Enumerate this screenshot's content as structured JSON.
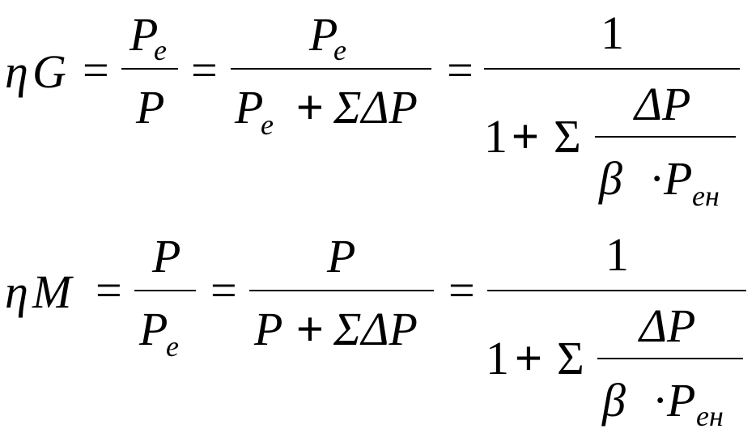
{
  "equations": [
    {
      "lhs_symbol": "η",
      "lhs_letter": "G",
      "eq1": "=",
      "frac1": {
        "num_main": "P",
        "num_sub": "e",
        "den_main": "P",
        "den_sub": ""
      },
      "eq2": "=",
      "frac2": {
        "num_main": "P",
        "num_sub": "e",
        "den_a_main": "P",
        "den_a_sub": "e",
        "den_plus": "+",
        "den_rest": "ΣΔP"
      },
      "eq3": "=",
      "frac3": {
        "num": "1",
        "den_one": "1",
        "den_plus": "+",
        "den_sigma": "Σ",
        "inner_num": "ΔP",
        "inner_beta": "β",
        "inner_dot": "·",
        "inner_main": "P",
        "inner_sub": "ен"
      }
    },
    {
      "lhs_symbol": "η",
      "lhs_letter": "M",
      "eq1": "=",
      "frac1": {
        "num_main": "P",
        "num_sub": "",
        "den_main": "P",
        "den_sub": "e"
      },
      "eq2": "=",
      "frac2": {
        "num_main": "P",
        "num_sub": "",
        "den_a_main": "P",
        "den_a_sub": "",
        "den_plus": "+",
        "den_rest": "ΣΔP"
      },
      "eq3": "=",
      "frac3": {
        "num": "1",
        "den_one": "1",
        "den_plus": "+",
        "den_sigma": "Σ",
        "inner_num": "ΔP",
        "inner_beta": "β",
        "inner_dot": "·",
        "inner_main": "P",
        "inner_sub": "ен"
      }
    }
  ]
}
